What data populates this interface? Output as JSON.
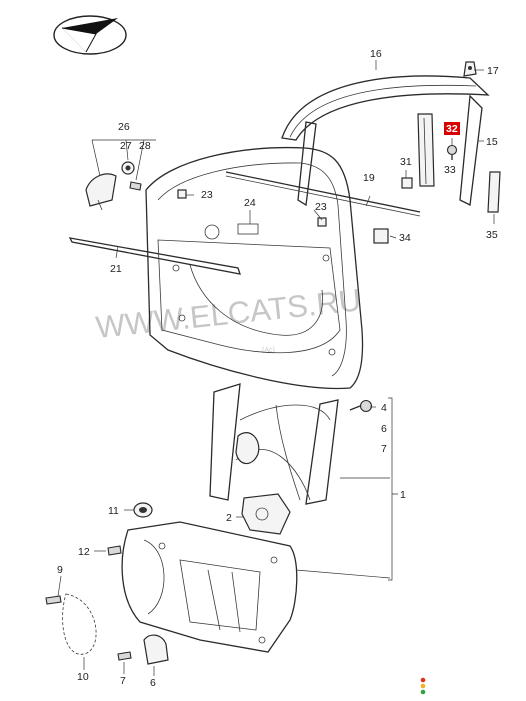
{
  "watermark": "WWW.ELCATS.RU",
  "watermark_sub": "(Ac)",
  "callouts": {
    "c1": "1",
    "c2": "2",
    "c4": "4",
    "c6a": "6",
    "c6b": "6",
    "c7a": "7",
    "c7b": "7",
    "c9": "9",
    "c10": "10",
    "c11": "11",
    "c12": "12",
    "c15": "15",
    "c16": "16",
    "c17": "17",
    "c19": "19",
    "c21": "21",
    "c23a": "23",
    "c23b": "23",
    "c24": "24",
    "c26": "26",
    "c27": "27",
    "c28": "28",
    "c31": "31",
    "c32": "32",
    "c33": "33",
    "c34": "34",
    "c35": "35"
  },
  "colors": {
    "highlight": "#d90000",
    "traffic_light": [
      "#e03020",
      "#f0b020",
      "#30a040"
    ]
  },
  "icons": {
    "logo": "folded-arrow-emblem-icon"
  }
}
